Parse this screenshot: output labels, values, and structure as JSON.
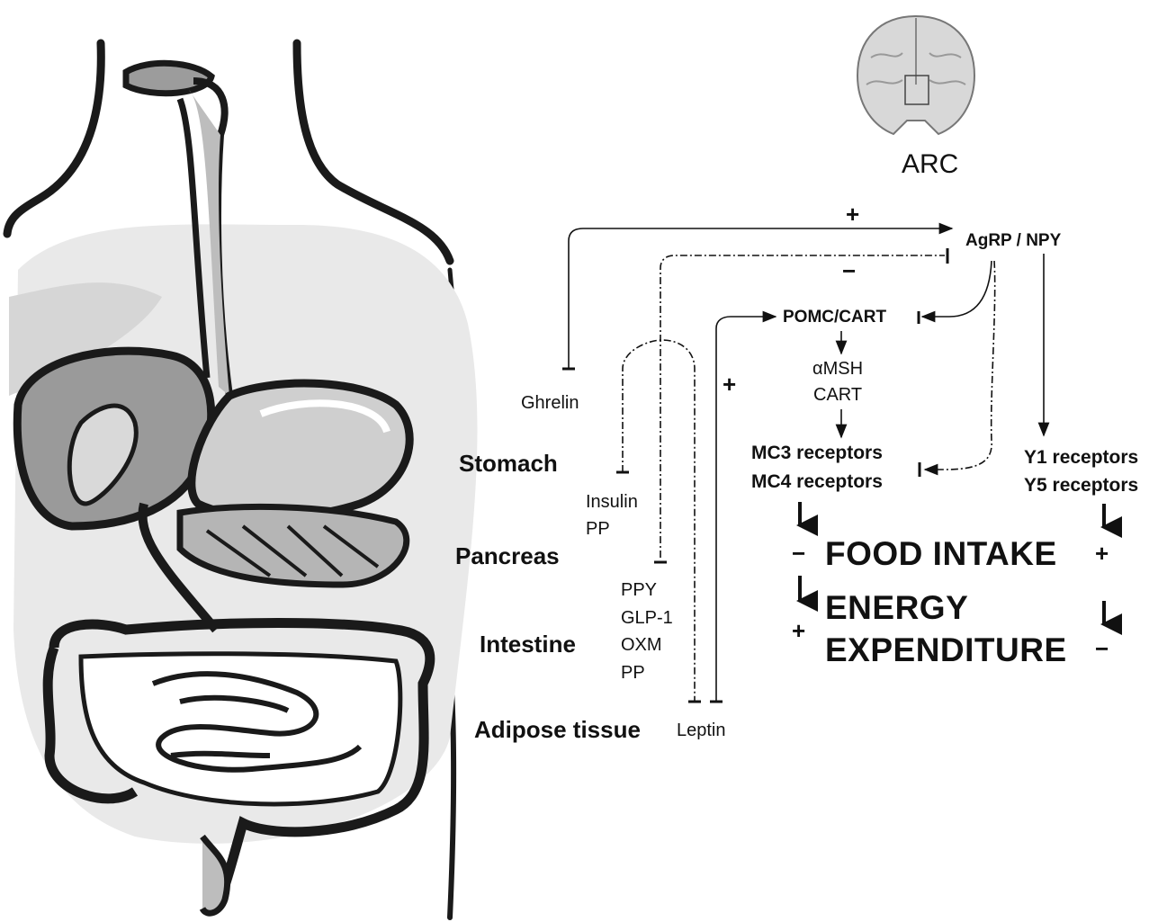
{
  "brain": {
    "region_label": "ARC"
  },
  "organs": {
    "stomach": "Stomach",
    "pancreas": "Pancreas",
    "intestine": "Intestine",
    "adipose": "Adipose tissue"
  },
  "hormones": {
    "ghrelin": "Ghrelin",
    "pancreas": [
      "Insulin",
      "PP"
    ],
    "intestine": [
      "PPY",
      "GLP-1",
      "OXM",
      "PP"
    ],
    "leptin": "Leptin"
  },
  "neurons": {
    "agrp_npy": "AgRP / NPY",
    "pomc_cart": "POMC/CART",
    "products": [
      "αMSH",
      "CART"
    ],
    "mc_receptors": [
      "MC3 receptors",
      "MC4 receptors"
    ],
    "y_receptors": [
      "Y1 receptors",
      "Y5 receptors"
    ]
  },
  "signs": {
    "ghrelin_plus": "+",
    "inhibit_minus": "−",
    "leptin_plus": "+",
    "food_left": "−",
    "food_right": "+",
    "energy_left": "+",
    "energy_right": "−"
  },
  "outcomes": {
    "food_intake": "FOOD INTAKE",
    "energy_1": "ENERGY",
    "energy_2": "EXPENDITURE"
  }
}
